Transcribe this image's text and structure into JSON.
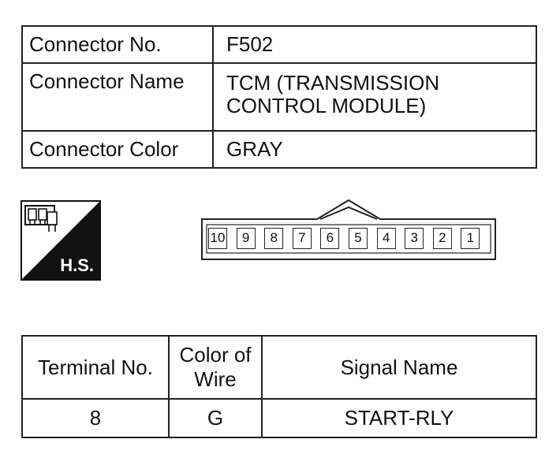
{
  "connector_info": {
    "rows": [
      {
        "label": "Connector No.",
        "value": "F502"
      },
      {
        "label": "Connector Name",
        "value_lines": [
          "TCM (TRANSMISSION",
          "CONTROL MODULE)"
        ]
      },
      {
        "label": "Connector Color",
        "value": "GRAY"
      }
    ]
  },
  "hs_icon": {
    "label": "H.S.",
    "icon": "connector-harness-side-icon"
  },
  "connector": {
    "pins": [
      "10",
      "9",
      "8",
      "7",
      "6",
      "5",
      "4",
      "3",
      "2",
      "1"
    ]
  },
  "terminal_table": {
    "headers": [
      "Terminal No.",
      "Color of Wire",
      "Signal Name"
    ],
    "header_lines": {
      "color": [
        "Color of",
        "Wire"
      ]
    },
    "rows": [
      {
        "terminal": "8",
        "color": "G",
        "signal": "START-RLY"
      }
    ]
  }
}
